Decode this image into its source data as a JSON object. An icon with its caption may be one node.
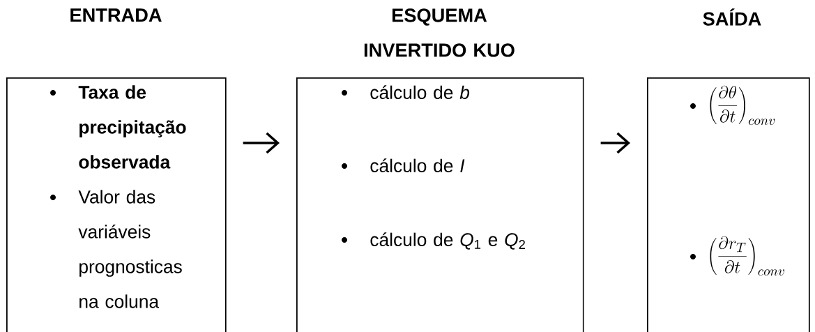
{
  "diagram": {
    "nodes": [
      {
        "text": [
          "ENTRADA",
          "**Taxa de precipitação observada**",
          "Valor das variáveis prognosticas na coluna"
        ]
      },
      {
        "text": [
          "ESQUEMA INVERTIDO KUO",
          "cálculo de *b*",
          "cálculo de *I*",
          "cálculo de *Q*$_{1}$ e *Q*$_{2}$"
        ]
      },
      {
        "text": [
          "SAÍDA",
          "\\left(\\frac{\\partial\\theta}{\\partial t}\\right)_{conv}",
          "\\left(\\frac{\\partial r_{T}}{\\partial t}\\right)_{conv}"
        ]
      }
    ],
    "edges": [
      {
        "from": 0,
        "to": 1,
        "arrow": "to"
      },
      {
        "from": 1,
        "to": 2,
        "arrow": "to"
      }
    ]
  }
}
